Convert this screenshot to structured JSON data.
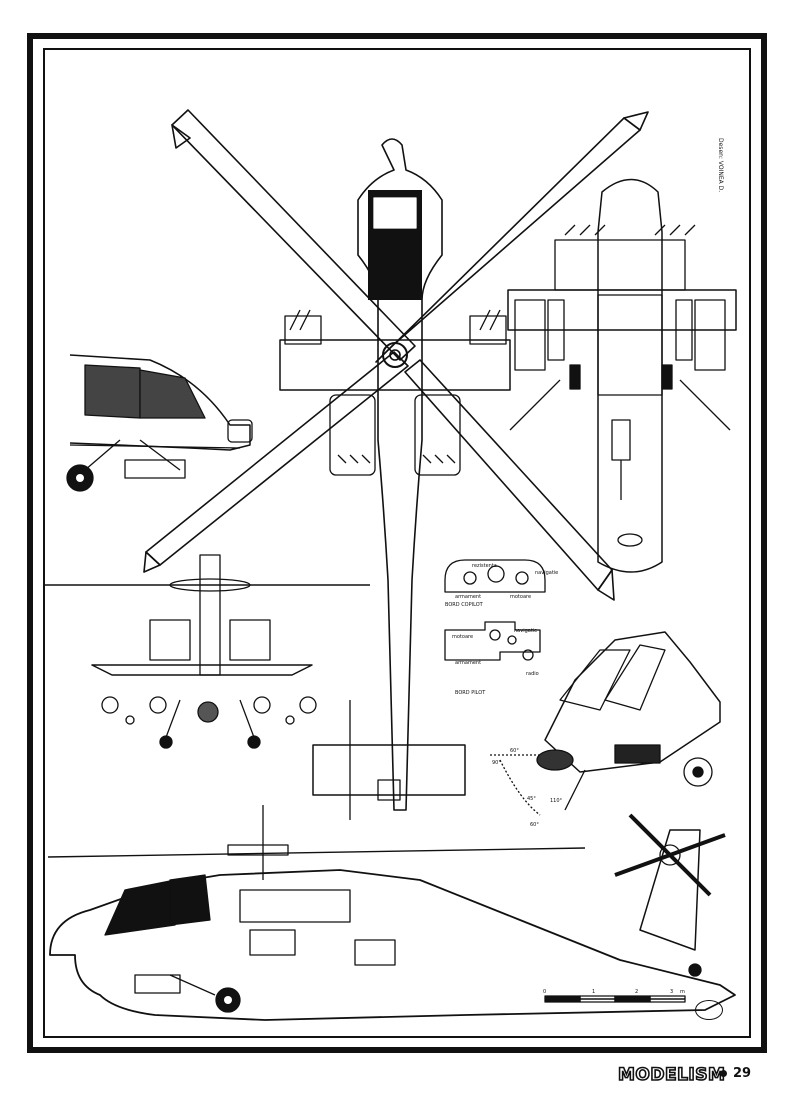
{
  "labels": {
    "copilot_panel_a": "rezistenta",
    "copilot_panel_b": "navigatie",
    "copilot_panel_c": "armament",
    "copilot_panel_d": "motoare",
    "copilot_title": "BORD COPILOT",
    "pilot_panel_a": "motoare",
    "pilot_panel_b": "navigatie",
    "pilot_panel_c": "armament",
    "pilot_panel_d": "radio",
    "pilot_title": "BORD PILOT",
    "credit": "Desen: VOINEA D.",
    "scale_0": "0",
    "scale_1": "1",
    "scale_2": "2",
    "scale_3": "3",
    "scale_unit": "m",
    "angle_a": "90°",
    "angle_b": "60°",
    "angle_c": "45°",
    "angle_d": "110°",
    "angle_e": "60°"
  },
  "footer": {
    "brand": "MODELISM",
    "page_number": "29"
  }
}
